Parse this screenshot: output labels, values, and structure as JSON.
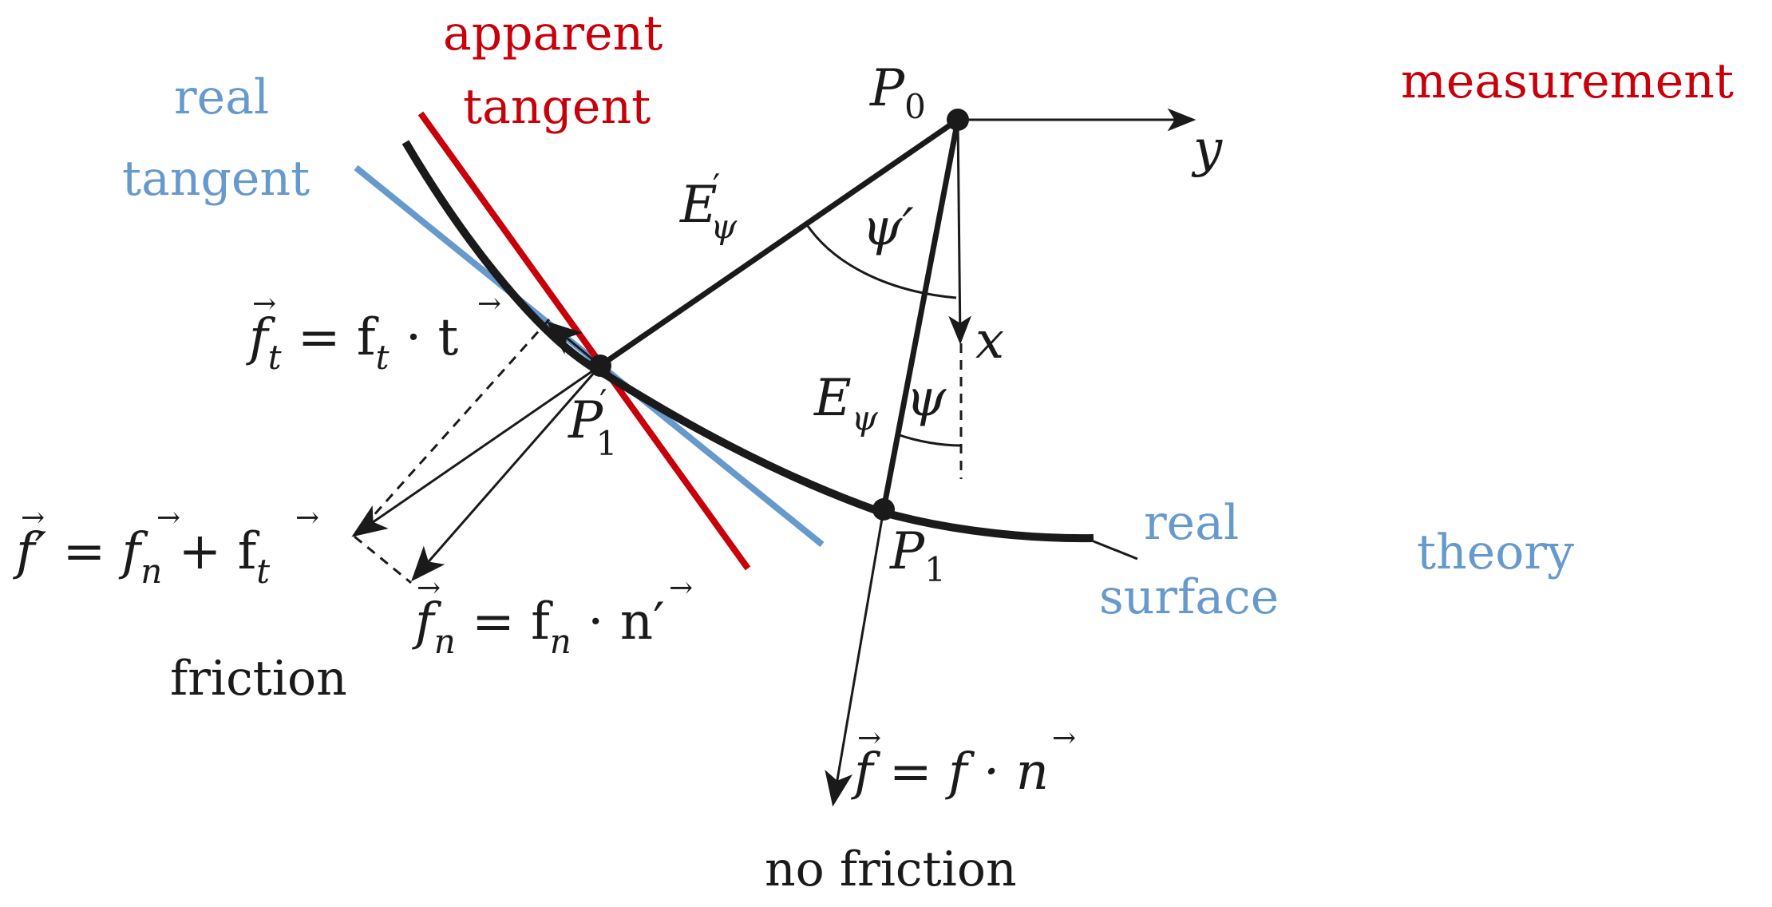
{
  "colors": {
    "measurement": "#c8000a",
    "theory": "#6699cc",
    "ink": "#1a1a1a"
  },
  "legend": {
    "measurement": "measurement",
    "theory": "theory"
  },
  "labels": {
    "apparent_tangent_1": "apparent",
    "apparent_tangent_2": "tangent",
    "real_tangent_1": "real",
    "real_tangent_2": "tangent",
    "real_surface_1": "real",
    "real_surface_2": "surface",
    "friction": "friction",
    "no_friction": "no friction"
  },
  "points": {
    "p0": "P",
    "p0_sub": "0",
    "p1prime": "P",
    "p1prime_sub": "1",
    "p1prime_sup": "′",
    "p1": "P",
    "p1_sub": "1"
  },
  "axes": {
    "x": "x",
    "y": "y"
  },
  "angles": {
    "psi_prime": "ψ′",
    "psi": "ψ"
  },
  "distances": {
    "e_prime": "E",
    "e_prime_sub": "ψ",
    "e_prime_sup": "′",
    "e": "E",
    "e_sub": "ψ"
  },
  "equations": {
    "ft": "f",
    "ft_rest": " = f",
    "ft_dot": " · t",
    "fprime": "f′ = f",
    "fprime_plus": " + f",
    "fn": "f",
    "fn_rest": " = f",
    "fn_dot": " · n′",
    "f": "f = f · n",
    "sub_t": "t",
    "sub_n": "n"
  }
}
